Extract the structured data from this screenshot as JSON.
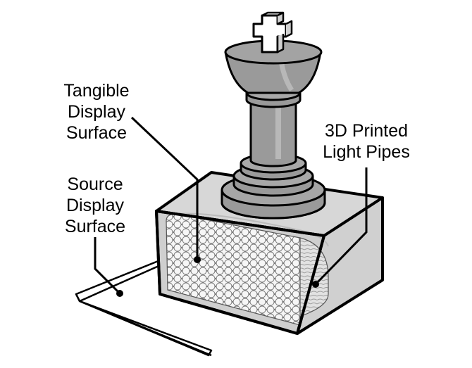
{
  "labels": {
    "tangible": [
      "Tangible",
      "Display",
      "Surface"
    ],
    "printed": [
      "3D Printed",
      "Light Pipes"
    ],
    "source": [
      "Source",
      "Display",
      "Surface"
    ]
  },
  "colors": {
    "outline": "#000000",
    "chess_piece": "#9a9a9a",
    "chess_piece_light": "#b9b9b9",
    "cube_side": "#cfcfcf",
    "cube_top": "#d9d9d9",
    "fiber_fill": "#e6e6e6",
    "background": "#ffffff"
  },
  "icons": [
    "chess-king"
  ]
}
